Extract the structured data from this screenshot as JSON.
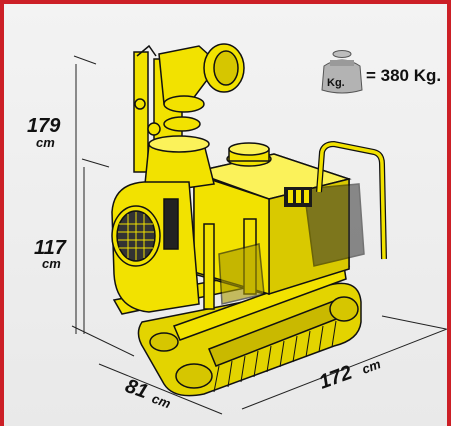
{
  "weight": {
    "icon_label": "Kg.",
    "text": "= 380 Kg."
  },
  "dimensions": {
    "height_total": {
      "value": "179",
      "unit": "cm"
    },
    "height_body": {
      "value": "117",
      "unit": "cm"
    },
    "width": {
      "value": "81",
      "unit": "cm"
    },
    "length": {
      "value": "172",
      "unit": "cm"
    }
  },
  "machine": {
    "logo_icon": "manufacturer-logo-icon"
  },
  "colors": {
    "border": "#cc1f26",
    "machine": "#f2e200",
    "machine_dark": "#b8a800",
    "outline": "#111111",
    "track": "#e3d400"
  }
}
